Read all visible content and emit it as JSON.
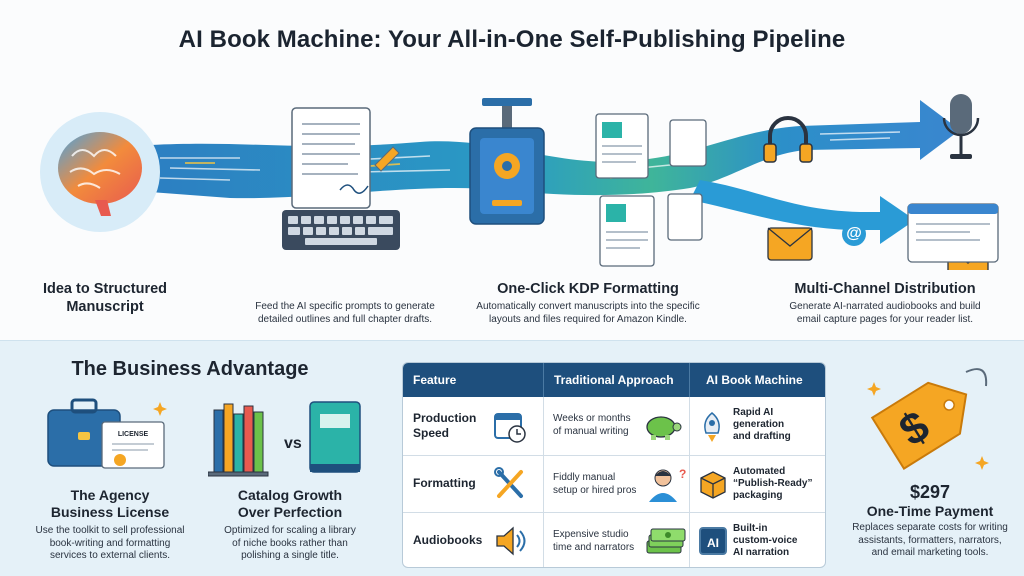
{
  "title": "AI Book Machine: Your All-in-One Self-Publishing Pipeline",
  "steps": [
    {
      "title_line1": "Idea to Structured",
      "title_line2": "Manuscript",
      "desc_line1": "Feed the AI specific prompts to generate",
      "desc_line2": "detailed outlines and full chapter drafts."
    },
    {
      "title": "One-Click KDP Formatting",
      "desc_line1": "Automatically convert manuscripts into the specific",
      "desc_line2": "layouts and files required for Amazon Kindle."
    },
    {
      "title": "Multi-Channel Distribution",
      "desc_line1": "Generate AI-narrated audiobooks and build",
      "desc_line2": "email capture pages for your reader list."
    }
  ],
  "advantage": {
    "heading": "The Business Advantage",
    "license_text": "LICENSE",
    "vs_text": "vs",
    "items": [
      {
        "title_line1": "The Agency",
        "title_line2": "Business License",
        "desc": [
          "Use the toolkit to sell professional",
          "book-writing and formatting",
          "services to external clients."
        ]
      },
      {
        "title_line1": "Catalog Growth",
        "title_line2": "Over Perfection",
        "desc": [
          "Optimized for scaling a library",
          "of niche books rather than",
          "polishing a single title."
        ]
      }
    ]
  },
  "table": {
    "headers": [
      "Feature",
      "Traditional Approach",
      "AI Book Machine"
    ],
    "rows": [
      {
        "feature": [
          "Production",
          "Speed"
        ],
        "traditional": [
          "Weeks or months",
          "of manual writing"
        ],
        "ai": [
          "Rapid AI",
          "generation",
          "and drafting"
        ]
      },
      {
        "feature": [
          "Formatting"
        ],
        "traditional": [
          "Fiddly manual",
          "setup or hired pros"
        ],
        "ai": [
          "Automated",
          "“Publish-Ready”",
          "packaging"
        ]
      },
      {
        "feature": [
          "Audiobooks"
        ],
        "traditional": [
          "Expensive studio",
          "time and narrators"
        ],
        "ai": [
          "Built-in",
          "custom-voice",
          "AI narration"
        ]
      }
    ],
    "ai_chip_label": "AI",
    "question_mark": "?"
  },
  "pricing": {
    "tag_symbol": "$",
    "price": "$297",
    "label": "One-Time Payment",
    "desc": [
      "Replaces separate costs for writing",
      "assistants, formatters, narrators,",
      "and email marketing tools."
    ]
  },
  "email_at": "@",
  "colors": {
    "header_blue": "#1e4f7d",
    "pipe_blue": "#2c7fc2",
    "pipe_teal": "#2bb3a8",
    "pipe_green": "#6cc24a",
    "tag_orange": "#f5a623"
  }
}
